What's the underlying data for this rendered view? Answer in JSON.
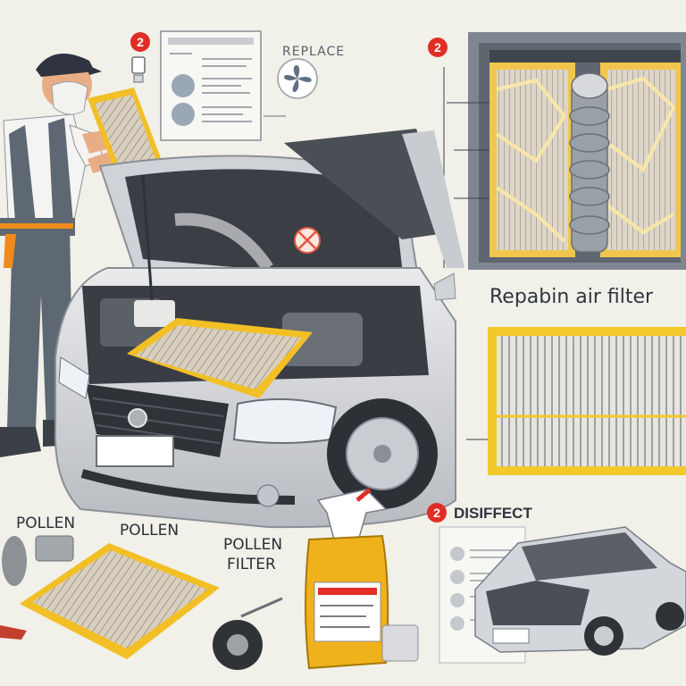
{
  "labels": {
    "step_badge": "2",
    "replace": "REPLACE",
    "cabin_air_filter": "Repabin air filter",
    "disinfect": "DISIFFECT",
    "pollen_1": "POLLEN",
    "pollen_2": "POLLEN",
    "pollen_filter_line1": "POLLEN",
    "pollen_filter_line2": "FILTER"
  },
  "colors": {
    "background": "#f1f0e9",
    "filter_frame": "#f2c230",
    "filter_media": "#d9d2c4",
    "car_body": "#d7d9dc",
    "worker_overalls": "#5d6873",
    "badge": "#e02d26",
    "spray_bottle": "#f0b21c"
  },
  "icons": {
    "badge_icon": "number-badge",
    "replace_icon": "fan-icon",
    "no_icon": "prohibited-icon"
  }
}
